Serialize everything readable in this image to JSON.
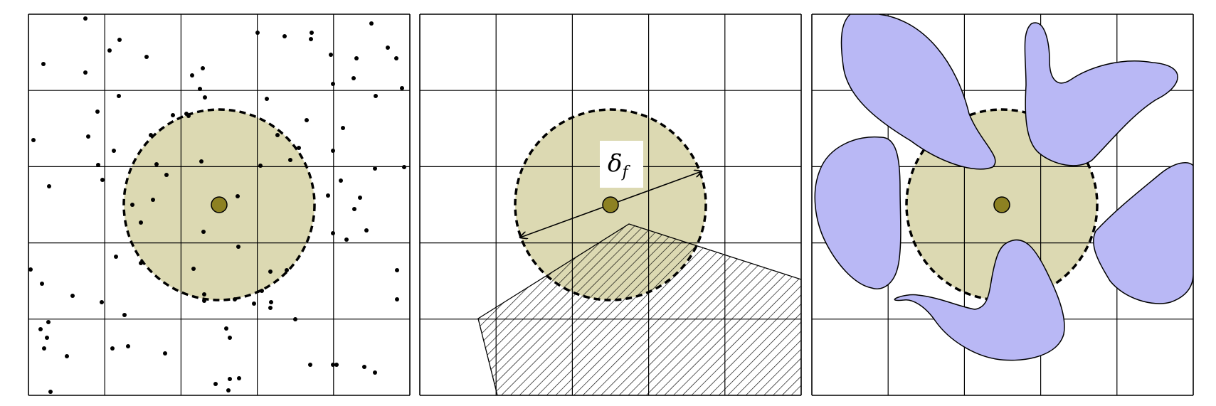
{
  "panels": [
    {
      "name": "point-cloud-panel"
    },
    {
      "name": "obstacle-region-panel"
    },
    {
      "name": "blob-obstacles-panel"
    }
  ],
  "annotation": {
    "label_main": "δ",
    "label_subscript": "f"
  },
  "colors": {
    "grid_line": "#000000",
    "circle_fill": "#dcd9b2",
    "center_fill": "#8d8122",
    "blob_fill": "#b9b8f5",
    "points": "#000000",
    "hatch": "#000000"
  }
}
